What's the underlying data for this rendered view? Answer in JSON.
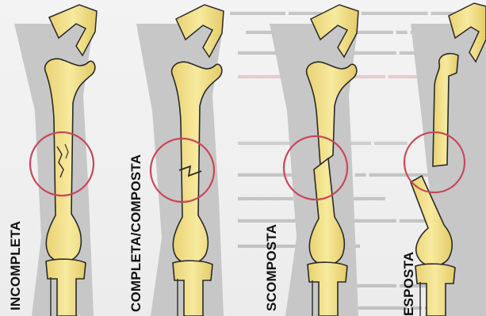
{
  "labels": {
    "incompleta": "INCOMPLETA",
    "completa_composta": "COMPLETA/COMPOSTA",
    "scomposta": "SCOMPOSTA",
    "esposta": "ESPOSTA"
  },
  "colors": {
    "bone": "#f1e08a",
    "bone_outline": "#2a2a2a",
    "leg_silhouette": "#c7c7c7",
    "circle": "#c8475a",
    "label": "#111111"
  }
}
